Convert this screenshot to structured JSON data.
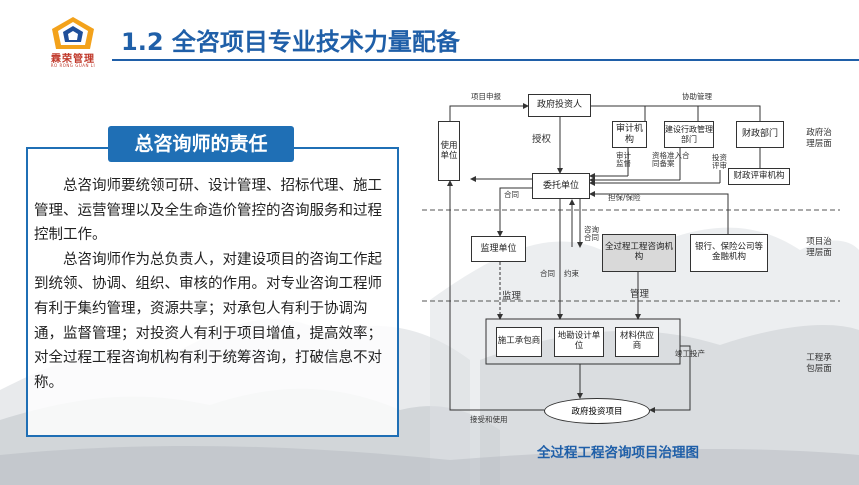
{
  "header": {
    "logo_text": "霖荣管理",
    "logo_sub": "RO RONG GUAN LI",
    "title": "1.2 全咨项目专业技术力量配备"
  },
  "duty": {
    "heading": "总咨询师的责任",
    "paragraph1": "总咨询师要统领可研、设计管理、招标代理、施工管理、运营管理以及全生命造价管控的咨询服务和过程控制工作。",
    "paragraph2": "总咨询师作为总负责人，对建设项目的咨询工作起到统领、协调、组织、审核的作用。对专业咨询工程师有利于集约管理，资源共享；对承包人有利于协调沟通，监督管理；对投资人有利于项目增值，提高效率；对全过程工程咨询机构有利于统筹咨询，打破信息不对称。"
  },
  "diagram": {
    "nodes": {
      "user": "使用单位",
      "gov_investor": "政府投资人",
      "audit": "审计机构",
      "construction_admin": "建设行政管理部门",
      "finance_dept": "财政部门",
      "finance_review": "财政评审机构",
      "client": "委托单位",
      "supervision": "监理单位",
      "consulting": "全过程工程咨询机构",
      "banks": "银行、保险公司等金融机构",
      "contractor": "施工承包商",
      "survey_design": "地勘设计单位",
      "material": "材料供应商",
      "project": "政府投资项目"
    },
    "labels": {
      "project_report": "项目申报",
      "assist_manage": "协助管理",
      "authorize": "授权",
      "audit_supervise": "审计监督",
      "qualification": "资格准入合同备案",
      "investment_review": "投资评审",
      "contract1": "合同",
      "guarantee": "担保/保险",
      "consult_contract": "咨询合同",
      "contract2": "合同",
      "agreement": "约束",
      "supervise": "监理",
      "manage": "管理",
      "completion": "竣工投产",
      "accept_use": "接受和使用"
    },
    "layers": {
      "gov": "政府治理层面",
      "project": "项目治理层面",
      "engineering": "工程承包层面"
    },
    "caption": "全过程工程咨询项目治理图"
  }
}
